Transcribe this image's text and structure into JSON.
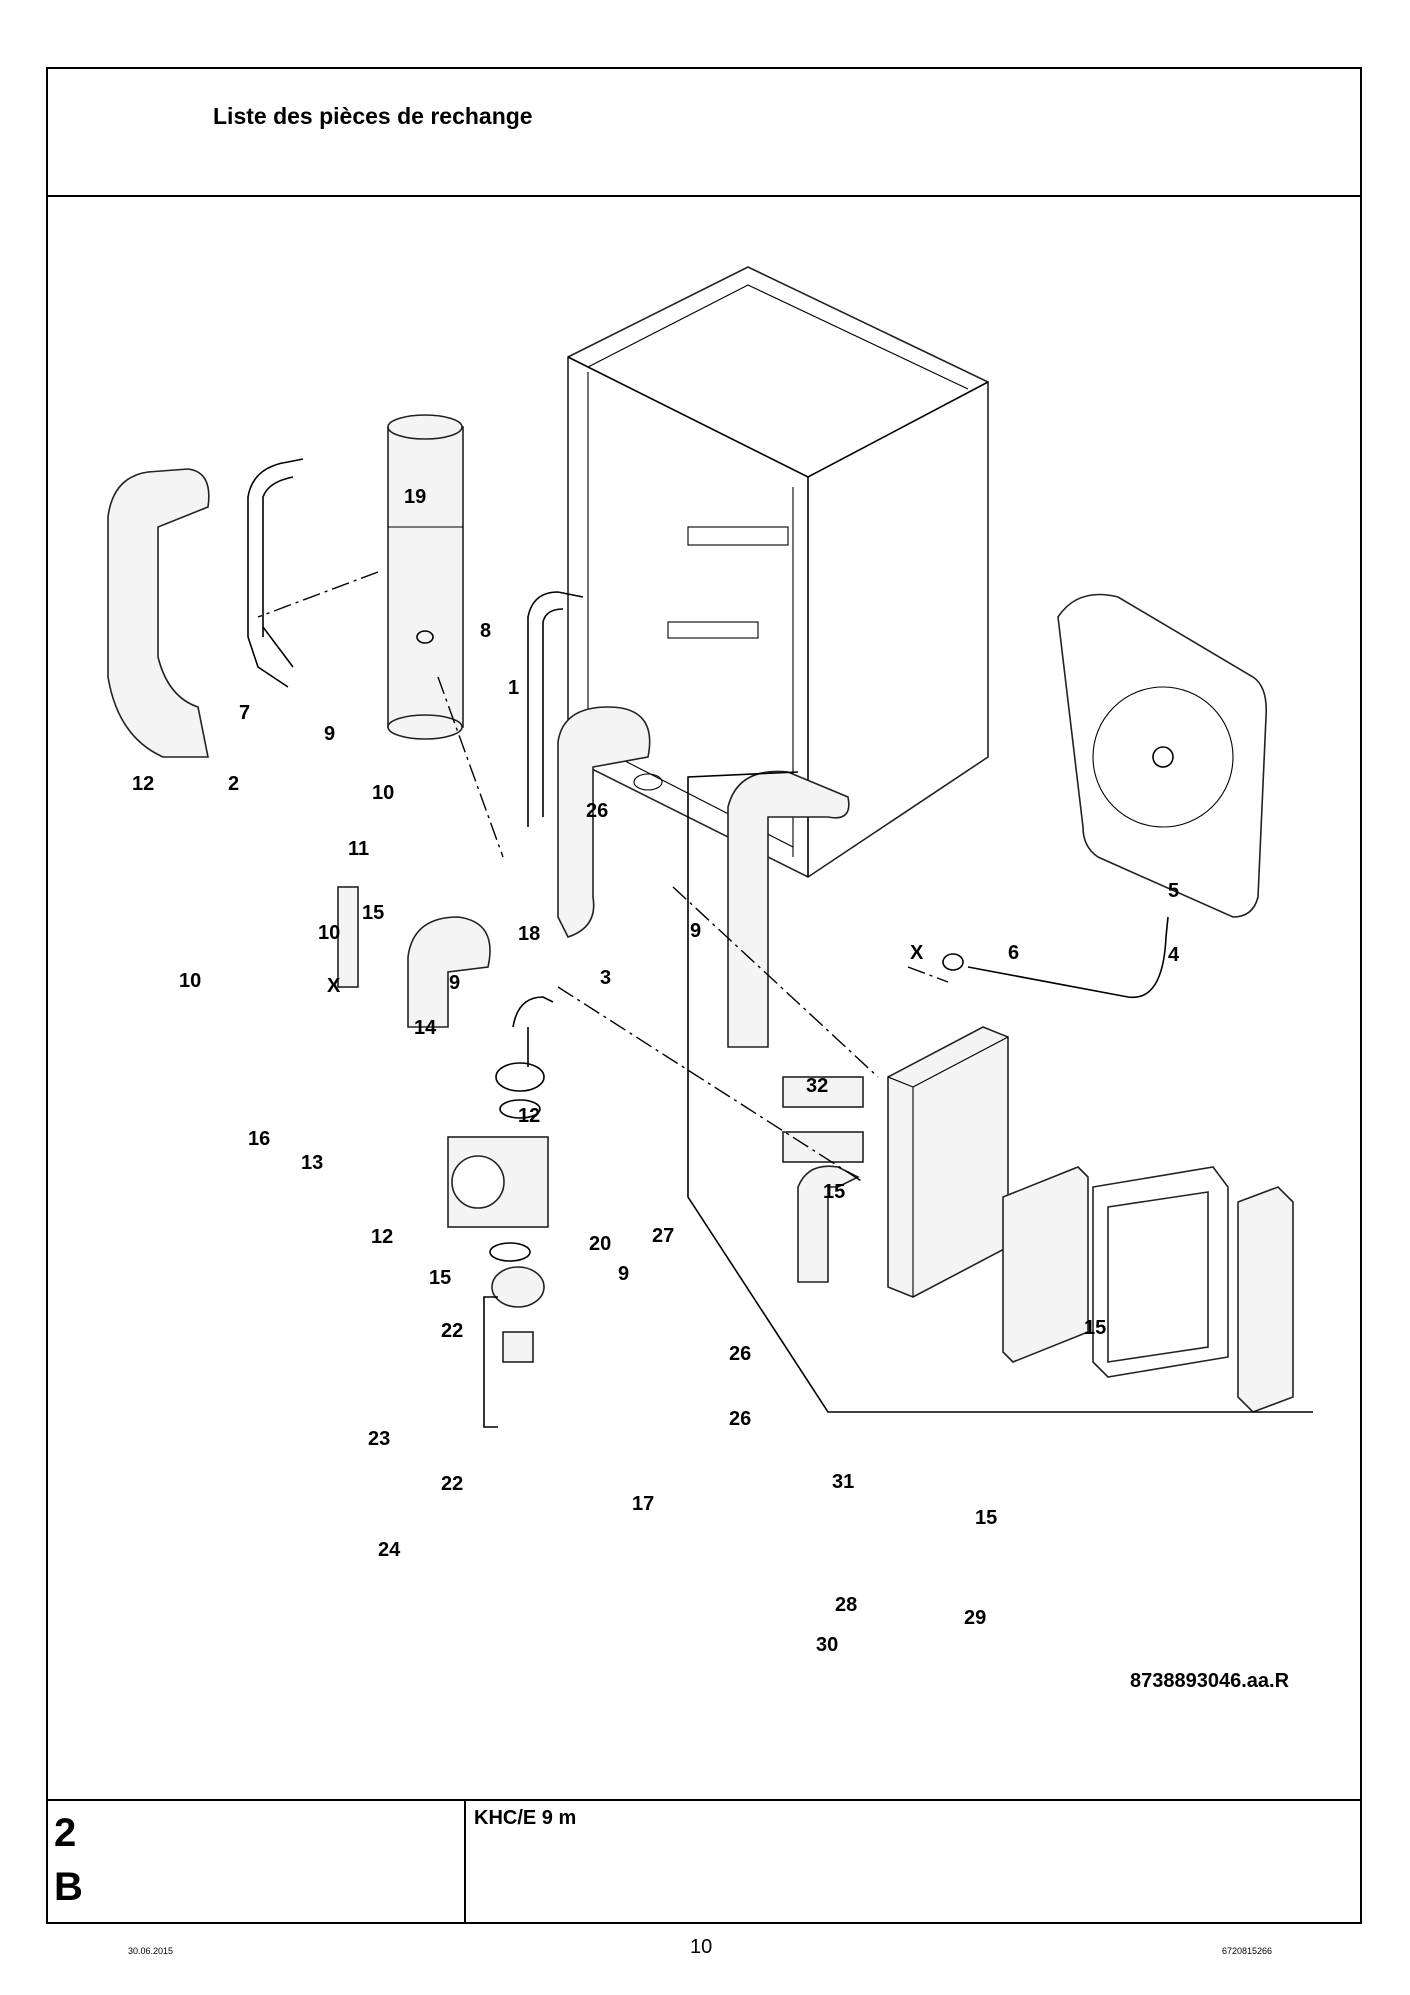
{
  "header": {
    "title": "Liste des pièces de rechange"
  },
  "diagram": {
    "reference": "8738893046.aa.R",
    "callouts": [
      "19",
      "8",
      "1",
      "7",
      "9",
      "12",
      "2",
      "10",
      "26",
      "11",
      "15",
      "10",
      "5",
      "18",
      "9",
      "6",
      "4",
      "9",
      "3",
      "10",
      "X",
      "X",
      "14",
      "12",
      "32",
      "16",
      "13",
      "15",
      "27",
      "12",
      "20",
      "9",
      "15",
      "26",
      "15",
      "22",
      "26",
      "23",
      "31",
      "22",
      "17",
      "15",
      "24",
      "28",
      "29",
      "30"
    ]
  },
  "footer": {
    "section_number": "2",
    "section_letter": "B",
    "model": "KHC/E 9 m",
    "date": "30.06.2015",
    "page": "10",
    "doc_number": "6720815266"
  }
}
